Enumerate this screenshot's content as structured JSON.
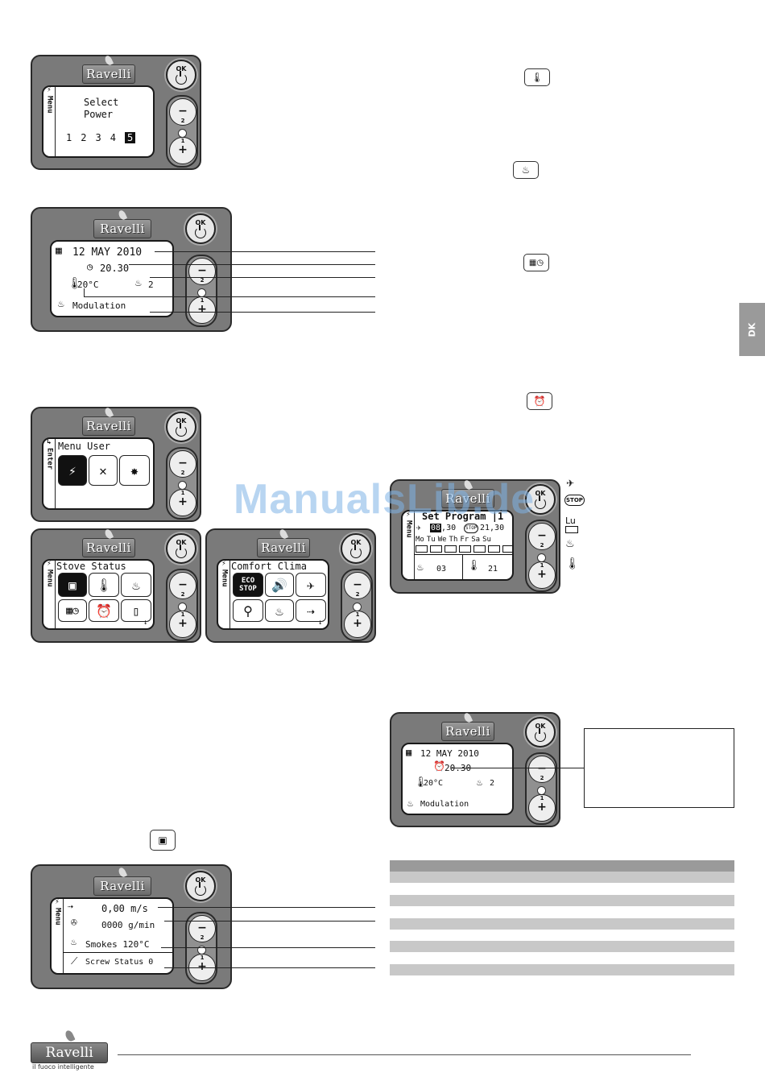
{
  "brand": {
    "name": "Ravelli",
    "tagline": "il fuoco intelligente"
  },
  "watermark": "ManualsLib.de",
  "side_tab": "DK",
  "buttons": {
    "ok": "OK",
    "minus_num": "2",
    "plus_num": "1",
    "minus": "−",
    "plus": "+"
  },
  "menu_strip": "Menu",
  "enter_strip": "Enter",
  "panel1": {
    "line1": "Select",
    "line2": "Power",
    "levels": [
      "1",
      "2",
      "3",
      "4",
      "5"
    ],
    "selected": "5"
  },
  "panel2": {
    "date": "12 MAY 2010",
    "time": "20.30",
    "temp": "20°C",
    "power": "2",
    "status": "Modulation"
  },
  "panel3": {
    "title": "Menu User"
  },
  "panel4": {
    "title": "Stove Status"
  },
  "panel5": {
    "title": "Comfort Clima",
    "eco1": "ECO",
    "eco2": "STOP"
  },
  "panel6": {
    "title": "Set Program",
    "program_no": "1",
    "on_time_h": "08",
    "on_time_m": ",30",
    "off_time": "21,30",
    "stop_badge": "STOP",
    "days": [
      "Mo",
      "Tu",
      "We",
      "Th",
      "Fr",
      "Sa",
      "Su"
    ],
    "power": "03",
    "temp": "21"
  },
  "panel7": {
    "date": "12 MAY 2010",
    "time": "20.30",
    "temp": "20°C",
    "power": "2",
    "status": "Modulation"
  },
  "panel8": {
    "air": "0,00 m/s",
    "flow": "0000  g/min",
    "smokes": "Smokes 120°C",
    "screw": "Screw Status  0"
  },
  "legend6": {
    "lu": "Lu"
  }
}
